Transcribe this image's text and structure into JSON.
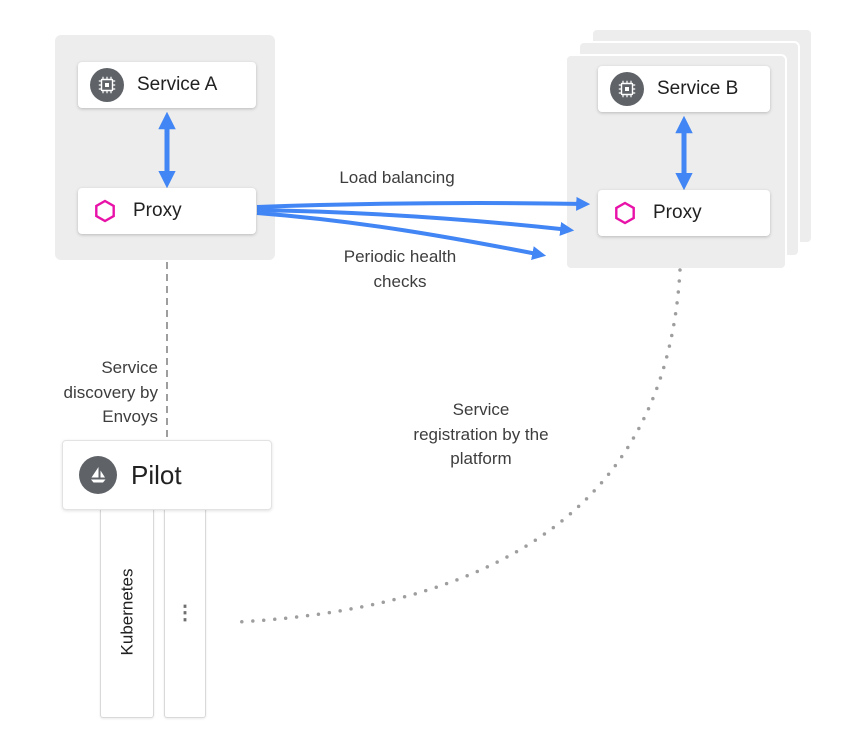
{
  "pod_a": {
    "service_label": "Service A",
    "proxy_label": "Proxy"
  },
  "pod_b": {
    "service_label": "Service B",
    "proxy_label": "Proxy"
  },
  "labels": {
    "load_balancing": "Load balancing",
    "health_checks": "Periodic health checks",
    "service_discovery": "Service discovery by Envoys",
    "service_registration": "Service registration by the platform"
  },
  "pilot": {
    "label": "Pilot"
  },
  "platforms": {
    "kubernetes": "Kubernetes",
    "more": "⋮"
  },
  "icons": {
    "service": "chip-icon",
    "proxy": "hexagon-icon",
    "pilot": "sailboat-icon"
  },
  "colors": {
    "arrow_blue": "#4285f4",
    "proxy_magenta": "#e812a8",
    "pod_gray": "#ededed",
    "icon_gray": "#5f6368",
    "line_gray": "#9e9e9e"
  }
}
